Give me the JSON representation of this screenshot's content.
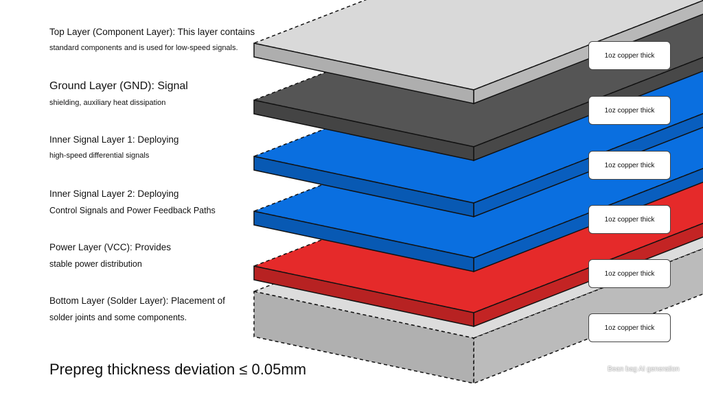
{
  "layers": [
    {
      "title": "Top Layer (Component Layer): This layer contains",
      "desc": "standard components and is used for low-speed signals.",
      "label": "1oz copper thick",
      "color": "#d9d9d9"
    },
    {
      "title": "Ground Layer (GND): Signal",
      "desc": "shielding, auxiliary heat dissipation",
      "label": "1oz copper thick",
      "color": "#555555"
    },
    {
      "title": "Inner Signal Layer 1: Deploying",
      "desc": "high-speed differential signals",
      "label": "1oz copper thick",
      "color": "#0a6fe0"
    },
    {
      "title": "Inner Signal Layer 2: Deploying",
      "desc": "Control Signals and Power Feedback Paths",
      "label": "1oz copper thick",
      "color": "#0a6fe0"
    },
    {
      "title": "Power Layer (VCC): Provides",
      "desc": "stable power distribution",
      "label": "1oz copper thick",
      "color": "#e52a2a"
    },
    {
      "title": "Bottom Layer (Solder Layer): Placement of",
      "desc": "solder joints and some components.",
      "label": "1oz copper thick",
      "color": "#dcdcdc"
    }
  ],
  "footer": "Prepreg thickness deviation ≤ 0.05mm",
  "watermark": "Bean bag AI generation"
}
